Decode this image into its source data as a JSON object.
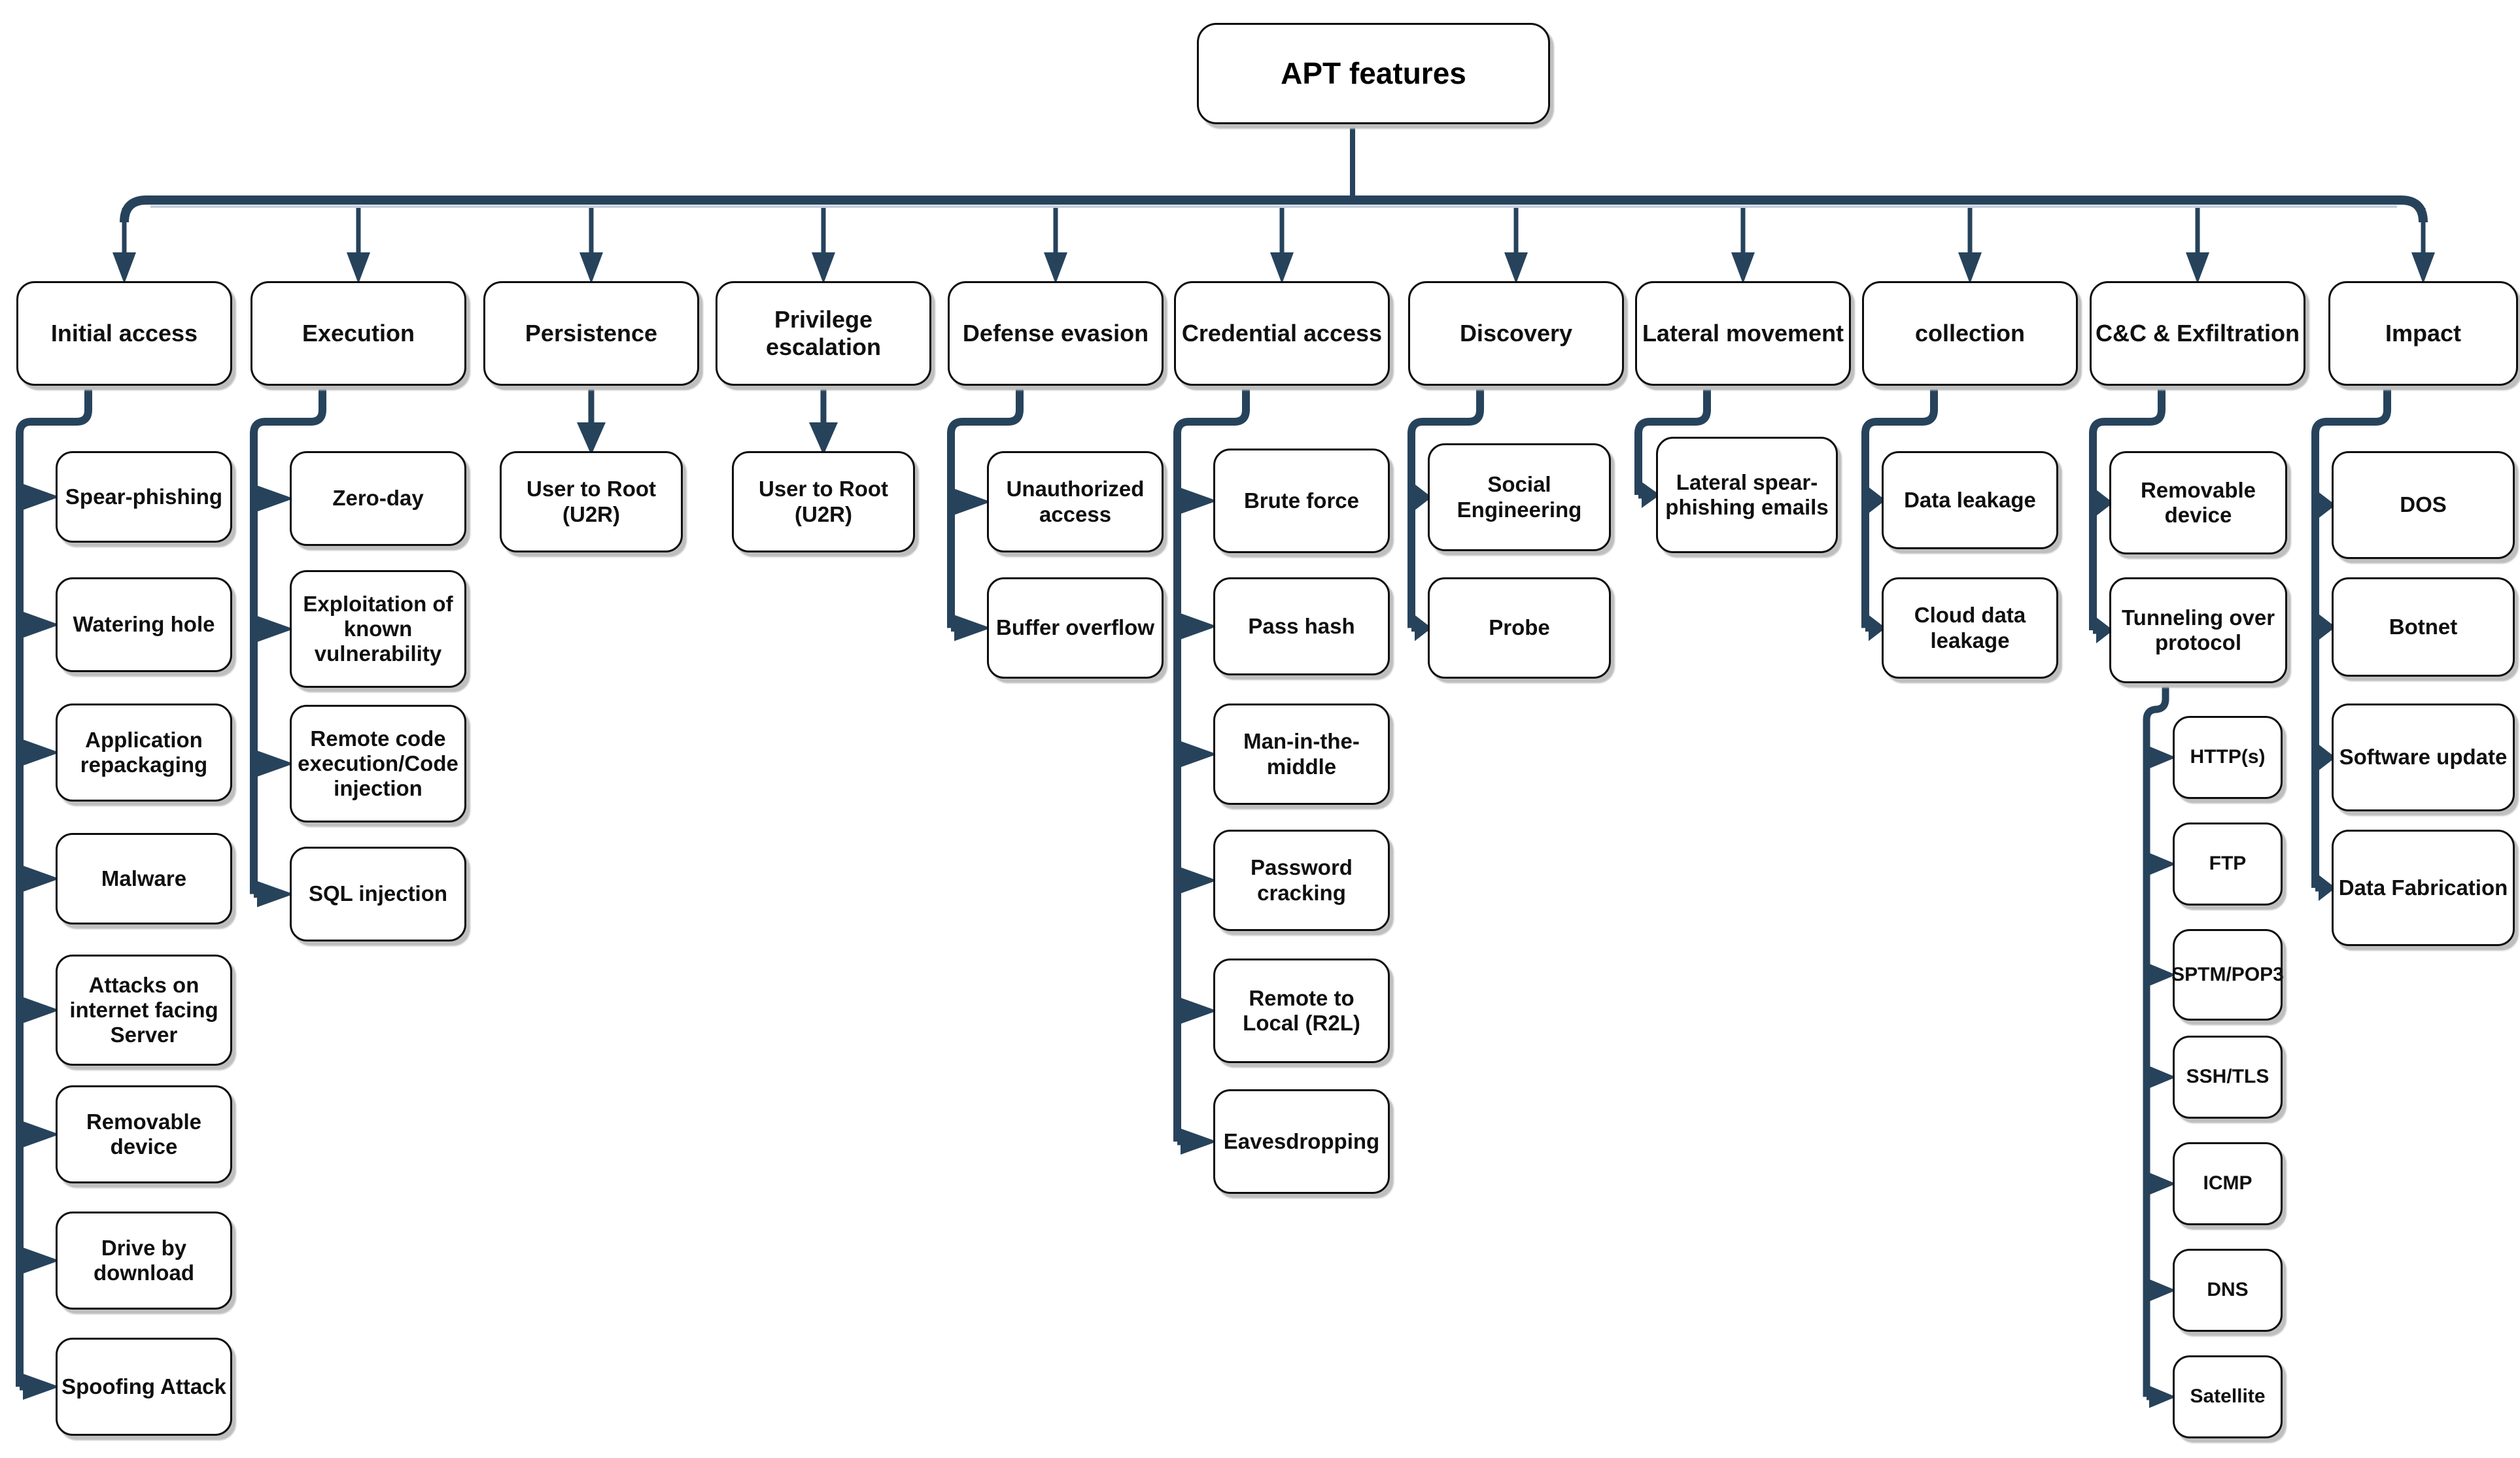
{
  "diagram": {
    "title": "APT features",
    "columns": [
      {
        "label": "Initial access",
        "children": [
          {
            "label": "Spear-phishing"
          },
          {
            "label": "Watering hole"
          },
          {
            "label": "Application repackaging"
          },
          {
            "label": "Malware"
          },
          {
            "label": "Attacks on internet facing Server"
          },
          {
            "label": "Removable device"
          },
          {
            "label": "Drive by download"
          },
          {
            "label": "Spoofing Attack"
          }
        ]
      },
      {
        "label": "Execution",
        "children": [
          {
            "label": "Zero-day"
          },
          {
            "label": "Exploitation of known vulnerability"
          },
          {
            "label": "Remote code execution/Code injection"
          },
          {
            "label": "SQL injection"
          }
        ]
      },
      {
        "label": "Persistence",
        "children": [
          {
            "label": "User to Root (U2R)"
          }
        ]
      },
      {
        "label": "Privilege escalation",
        "children": [
          {
            "label": "User to Root (U2R)"
          }
        ]
      },
      {
        "label": "Defense evasion",
        "children": [
          {
            "label": "Unauthorized access"
          },
          {
            "label": "Buffer overflow"
          }
        ]
      },
      {
        "label": "Credential access",
        "children": [
          {
            "label": "Brute force"
          },
          {
            "label": "Pass hash"
          },
          {
            "label": "Man-in-the-middle"
          },
          {
            "label": "Password cracking"
          },
          {
            "label": "Remote to Local (R2L)"
          },
          {
            "label": "Eavesdropping"
          }
        ]
      },
      {
        "label": "Discovery",
        "children": [
          {
            "label": "Social Engineering"
          },
          {
            "label": "Probe"
          }
        ]
      },
      {
        "label": "Lateral movement",
        "children": [
          {
            "label": "Lateral spear-phishing emails"
          }
        ]
      },
      {
        "label": "collection",
        "children": [
          {
            "label": "Data leakage"
          },
          {
            "label": "Cloud data leakage"
          }
        ]
      },
      {
        "label": "C&C & Exfiltration",
        "children": [
          {
            "label": "Removable device"
          },
          {
            "label": "Tunneling over protocol",
            "children": [
              {
                "label": "HTTP(s)"
              },
              {
                "label": "FTP"
              },
              {
                "label": "SPTM/POP3"
              },
              {
                "label": "SSH/TLS"
              },
              {
                "label": "ICMP"
              },
              {
                "label": "DNS"
              },
              {
                "label": "Satellite"
              }
            ]
          }
        ]
      },
      {
        "label": "Impact",
        "children": [
          {
            "label": "DOS"
          },
          {
            "label": "Botnet"
          },
          {
            "label": "Software update"
          },
          {
            "label": "Data Fabrication"
          }
        ]
      }
    ],
    "colors": {
      "connector": "#27435c",
      "box_border": "#0d0d0d",
      "box_fill": "#ffffff",
      "text": "#101010",
      "shadow": "#bfbfbf",
      "bus_highlight": "#c4d0dc"
    }
  }
}
